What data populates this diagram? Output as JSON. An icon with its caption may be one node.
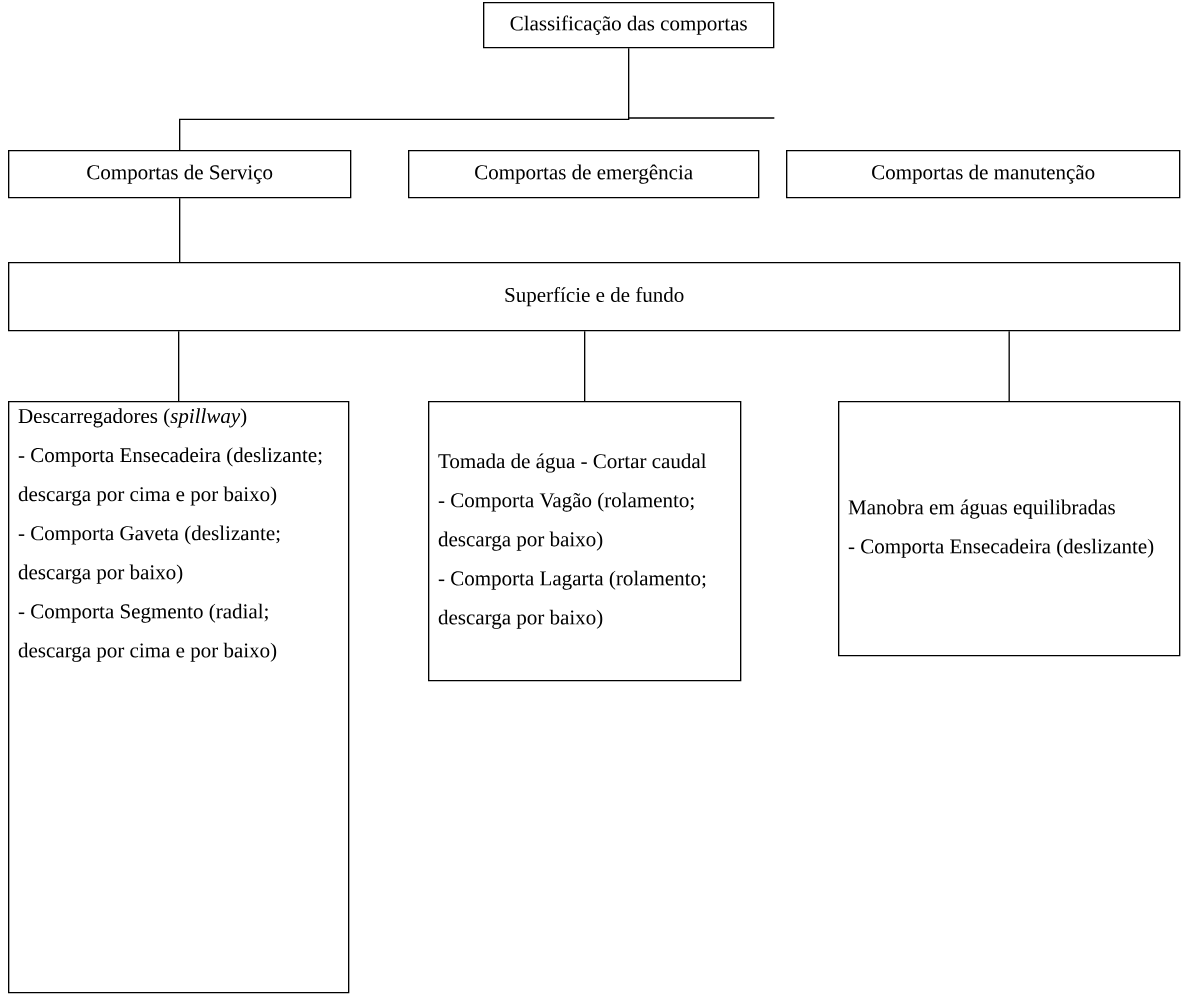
{
  "diagram": {
    "nodes": [
      {
        "text": [
          "Classificação das comportas"
        ]
      },
      {
        "text": [
          "Comportas de Serviço"
        ]
      },
      {
        "text": [
          "Comportas de emergência"
        ]
      },
      {
        "text": [
          "Comportas de manutenção"
        ]
      },
      {
        "text": [
          "Superfície e de fundo"
        ]
      },
      {
        "text": [
          "Descarregadores (*spillway*)",
          "- Comporta Ensecadeira (deslizante; descarga por cima e por baixo)",
          "- Comporta Gaveta (deslizante; descarga por baixo)",
          "- Comporta Segmento (radial; descarga por cima e por baixo)"
        ]
      },
      {
        "text": [
          "Tomada de água - Cortar caudal",
          "- Comporta Vagão (rolamento; descarga por baixo)",
          "- Comporta Lagarta (rolamento; descarga por baixo)"
        ]
      },
      {
        "text": [
          "Manobra em águas equilibradas",
          "- Comporta Ensecadeira (deslizante)"
        ]
      }
    ],
    "edges": [
      {
        "from": 0,
        "to": 1,
        "arrow": "none"
      },
      {
        "from": 1,
        "to": 4,
        "arrow": "none"
      },
      {
        "from": 4,
        "to": 5,
        "arrow": "none"
      },
      {
        "from": 4,
        "to": 6,
        "arrow": "none"
      },
      {
        "from": 4,
        "to": 7,
        "arrow": "none"
      }
    ]
  }
}
